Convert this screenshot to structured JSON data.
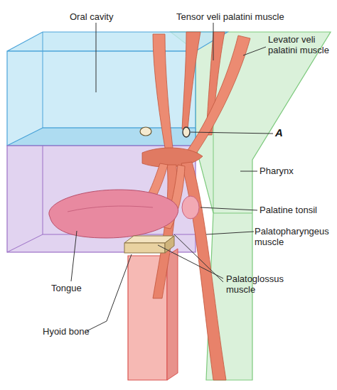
{
  "diagram": {
    "labels": [
      "Oral cavity",
      "Tensor veli palatini muscle",
      "Levator veli palatini muscle",
      "A",
      "Pharynx",
      "Palatine tonsil",
      "Palatopharyngeus muscle",
      "Tongue",
      "Palatoglossus muscle",
      "Hyoid bone"
    ]
  }
}
